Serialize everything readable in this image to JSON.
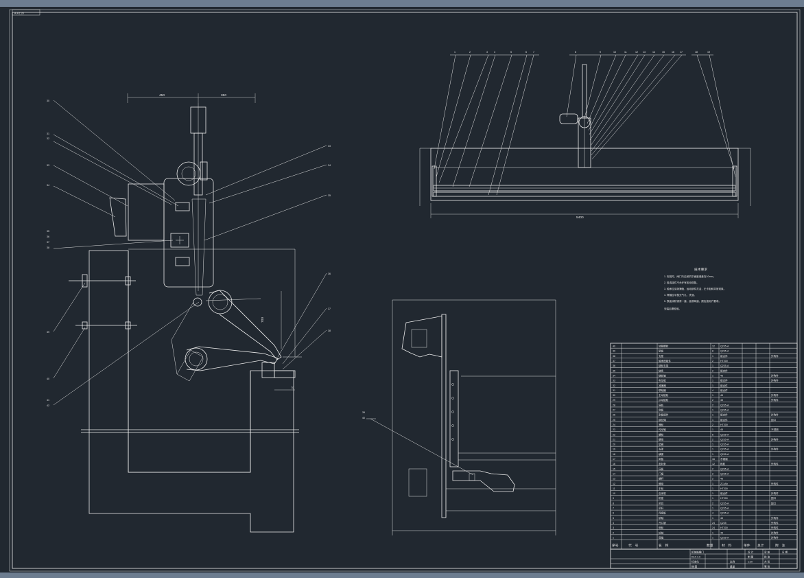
{
  "app": {
    "top_bar": "",
    "drawing_tag": "A-A 1:20"
  },
  "elevation_view": {
    "dimensions": {
      "left": "450",
      "right": "350",
      "vertical": "700",
      "small": "70"
    },
    "left_callouts": [
      "30",
      "31",
      "32",
      "33",
      "34",
      "35",
      "36",
      "37",
      "38",
      "39",
      "40",
      "41",
      "42"
    ],
    "right_callouts": [
      "33",
      "34",
      "35",
      "36",
      "37",
      "38"
    ]
  },
  "plan_view": {
    "callouts": [
      "1",
      "2",
      "3",
      "4",
      "5",
      "6",
      "7",
      "8",
      "9",
      "10",
      "11",
      "12",
      "13",
      "14",
      "15",
      "16",
      "17",
      "18",
      "19"
    ],
    "overall_dimension": "5400"
  },
  "detail_view": {
    "callouts": [
      "39",
      "40"
    ]
  },
  "technical_requirements": {
    "title": "技术要求",
    "lines": [
      "1. 安装时，闸门与启闭机平面度误差在10mm。",
      "2. 各连接件不允许有松动现象。",
      "3. 轴承应涂润滑脂，运动部件灵活，无卡阻和异常现象。",
      "4. 焊缝应平整无气孔、夹渣。",
      "5. 表面涂防锈漆一道，面漆两道，颜色按用户要求。",
      "安装后需检验。"
    ]
  },
  "parts_list": {
    "rows": [
      {
        "no": "40",
        "name": "地脚螺栓",
        "qty": "12",
        "mat": "Q235-A",
        "note": ""
      },
      {
        "no": "39",
        "name": "垫板",
        "qty": "8",
        "mat": "Q235-A",
        "note": ""
      },
      {
        "no": "38",
        "name": "支座",
        "qty": "1",
        "mat": "组合件",
        "note": "外购件"
      },
      {
        "no": "37",
        "name": "轴承座组件",
        "qty": "2",
        "mat": "HT200",
        "note": ""
      },
      {
        "no": "36",
        "name": "链轮支架",
        "qty": "1",
        "mat": "Q235-A",
        "note": ""
      },
      {
        "no": "35",
        "name": "链条",
        "qty": "2",
        "mat": "组合件",
        "note": ""
      },
      {
        "no": "34",
        "name": "链轮轴",
        "qty": "1",
        "mat": "45",
        "note": "外购件"
      },
      {
        "no": "33",
        "name": "电动机",
        "qty": "1",
        "mat": "组合件",
        "note": "外购件"
      },
      {
        "no": "32",
        "name": "减速器",
        "qty": "1",
        "mat": "组合件",
        "note": ""
      },
      {
        "no": "31",
        "name": "联轴器",
        "qty": "4",
        "mat": "组合件",
        "note": ""
      },
      {
        "no": "30",
        "name": "主动链轮",
        "qty": "1",
        "mat": "45",
        "note": "外购件"
      },
      {
        "no": "29",
        "name": "从动链轮",
        "qty": "2",
        "mat": "45",
        "note": "外购件"
      },
      {
        "no": "28",
        "name": "导轨",
        "qty": "2",
        "mat": "Q235-A",
        "note": ""
      },
      {
        "no": "27",
        "name": "侧板",
        "qty": "1",
        "mat": "Q235-A",
        "note": ""
      },
      {
        "no": "26",
        "name": "刮板组件",
        "qty": "1",
        "mat": "组合件",
        "note": "外购件"
      },
      {
        "no": "25",
        "name": "钢丝绳",
        "qty": "1",
        "mat": "组合件",
        "note": "国口"
      },
      {
        "no": "24",
        "name": "滑轮",
        "qty": "2",
        "mat": "HT200",
        "note": ""
      },
      {
        "no": "23",
        "name": "传动轴",
        "qty": "1",
        "mat": "45",
        "note": "不锈钢"
      },
      {
        "no": "22",
        "name": "螺栓",
        "qty": "6",
        "mat": "Q235-A",
        "note": ""
      },
      {
        "no": "21",
        "name": "螺母",
        "qty": "2",
        "mat": "Q235-A",
        "note": "外购件"
      },
      {
        "no": "20",
        "name": "垫圈",
        "qty": "1",
        "mat": "Q235-A",
        "note": ""
      },
      {
        "no": "19",
        "name": "支架",
        "qty": "1",
        "mat": "Q235-A",
        "note": "外购件"
      },
      {
        "no": "18",
        "name": "横梁",
        "qty": "1",
        "mat": "Q235-A",
        "note": ""
      },
      {
        "no": "17",
        "name": "闸板",
        "qty": "16",
        "mat": "不锈钢",
        "note": ""
      },
      {
        "no": "16",
        "name": "密封条",
        "qty": "12",
        "mat": "橡胶",
        "note": "外购件"
      },
      {
        "no": "15",
        "name": "压板",
        "qty": "2",
        "mat": "Q235-A",
        "note": ""
      },
      {
        "no": "14",
        "name": "门框",
        "qty": "2",
        "mat": "Q235-A",
        "note": ""
      },
      {
        "no": "13",
        "name": "螺杆",
        "qty": "2",
        "mat": "45",
        "note": ""
      },
      {
        "no": "12",
        "name": "螺母",
        "qty": "1",
        "mat": "ZCuSn",
        "note": "外购件"
      },
      {
        "no": "11",
        "name": "手轮",
        "qty": "1",
        "mat": "HT200",
        "note": ""
      },
      {
        "no": "10",
        "name": "启闭机",
        "qty": "1",
        "mat": "组合件",
        "note": "外购件"
      },
      {
        "no": "9",
        "name": "机座",
        "qty": "1",
        "mat": "HT200",
        "note": "国口"
      },
      {
        "no": "8",
        "name": "吊耳",
        "qty": "2",
        "mat": "Q235-A",
        "note": "国口"
      },
      {
        "no": "7",
        "name": "吊杆",
        "qty": "1",
        "mat": "Q235-A",
        "note": ""
      },
      {
        "no": "6",
        "name": "连接板",
        "qty": "4",
        "mat": "Q235-A",
        "note": ""
      },
      {
        "no": "5",
        "name": "销轴",
        "qty": "1",
        "mat": "45",
        "note": "外购件"
      },
      {
        "no": "4",
        "name": "开口销",
        "qty": "24",
        "mat": "Q235",
        "note": "外购件"
      },
      {
        "no": "3",
        "name": "侧轮",
        "qty": "24",
        "mat": "HT200",
        "note": "外购件"
      },
      {
        "no": "2",
        "name": "轮轴",
        "qty": "1",
        "mat": "45",
        "note": "外购件"
      },
      {
        "no": "1",
        "name": "底槛",
        "qty": "1",
        "mat": "Q235-A",
        "note": "外购件"
      }
    ],
    "header": [
      "序号",
      "代　号",
      "名　称",
      "数量",
      "材　料",
      "单件",
      "总计",
      "附　注"
    ]
  },
  "title_block": {
    "drawing_name": "机械格栅门",
    "drawing_no": "RLF-1-0",
    "rows": [
      [
        "设 计",
        "",
        "",
        "审 核",
        "",
        "",
        "日 期"
      ],
      [
        "制 图",
        "",
        "",
        "批 准",
        "",
        "",
        ""
      ],
      [
        "标准化",
        "",
        "比例",
        "1:20",
        "",
        "共 张",
        ""
      ],
      [
        "描 图",
        "",
        "重量",
        "",
        "",
        "第 张",
        ""
      ]
    ]
  }
}
